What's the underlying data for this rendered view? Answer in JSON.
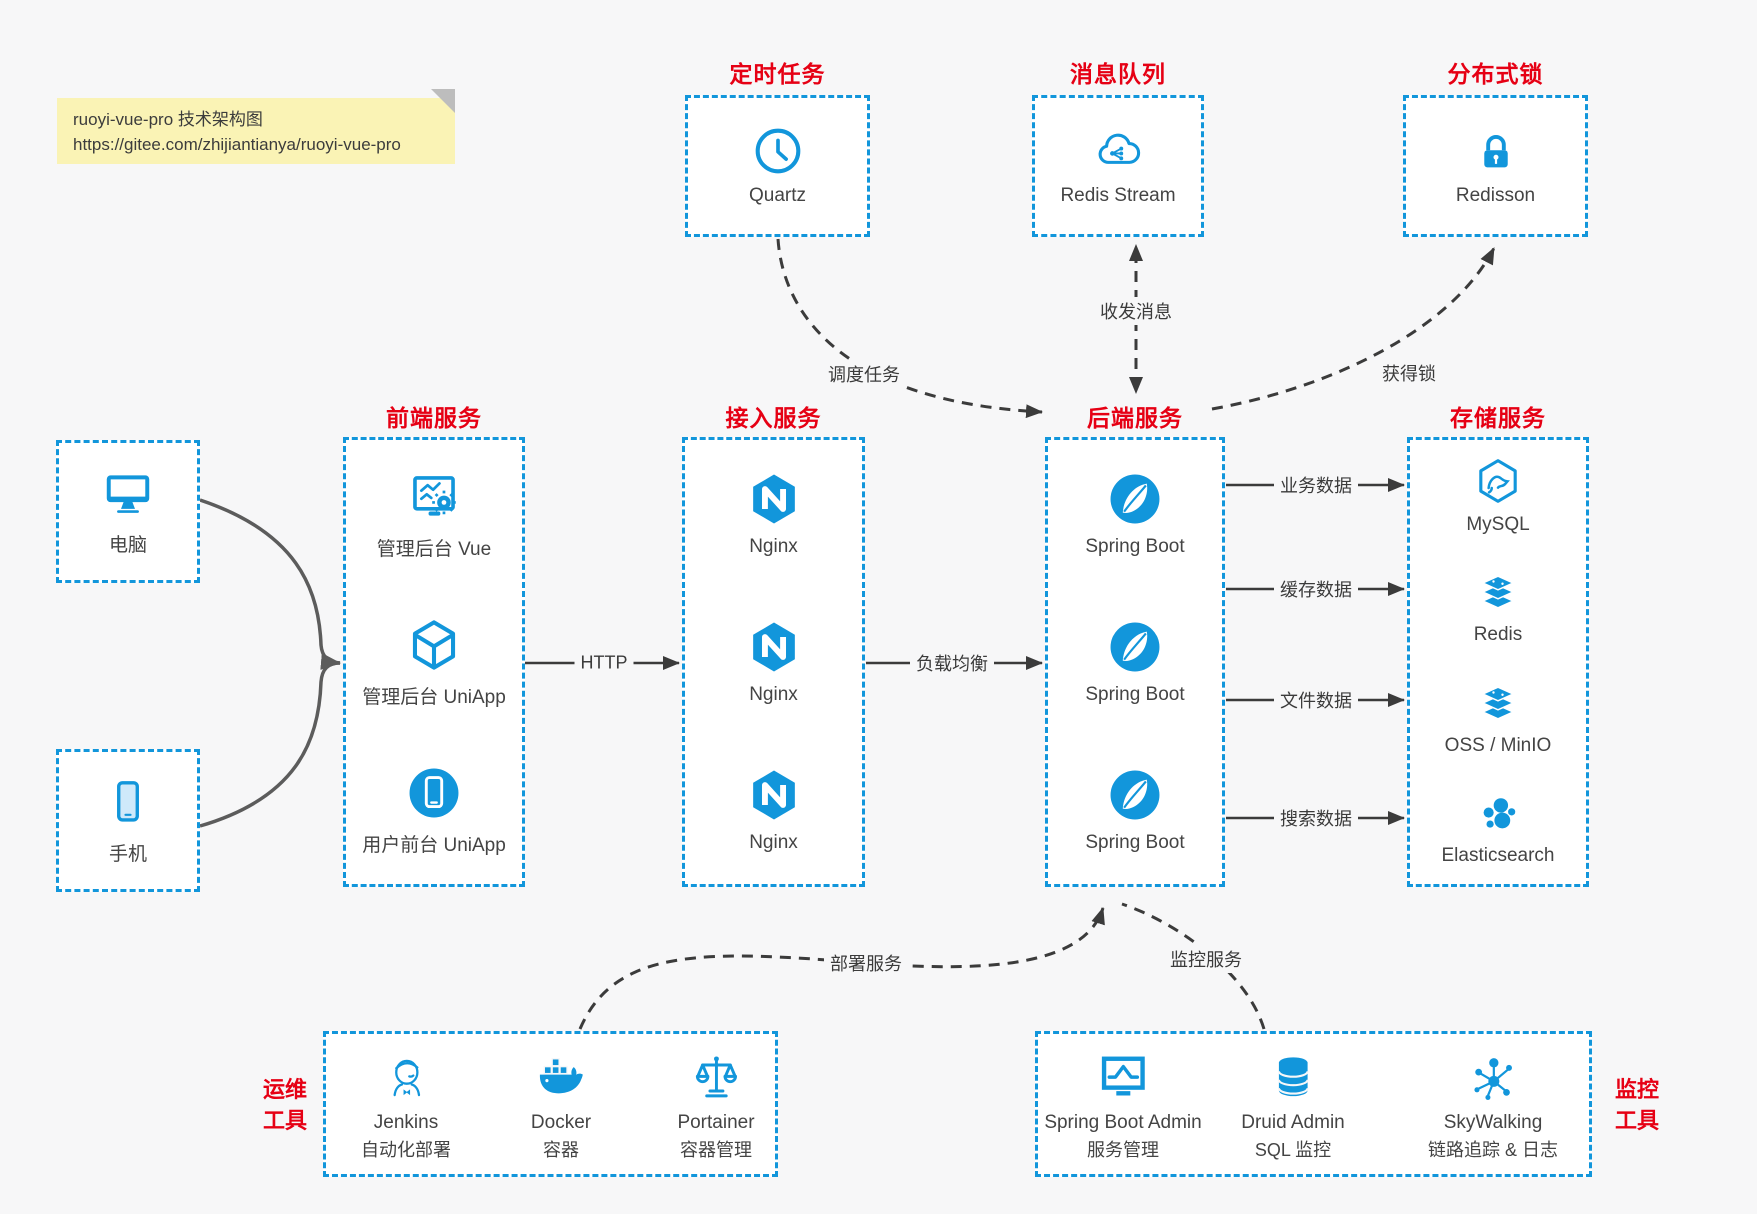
{
  "note": {
    "line1": "ruoyi-vue-pro 技术架构图",
    "line2": "https://gitee.com/zhijiantianya/ruoyi-vue-pro"
  },
  "section_titles": {
    "scheduled_task": "定时任务",
    "message_queue": "消息队列",
    "distributed_lock": "分布式锁",
    "frontend": "前端服务",
    "gateway": "接入服务",
    "backend": "后端服务",
    "storage": "存储服务"
  },
  "nodes": {
    "quartz": "Quartz",
    "redis_stream": "Redis Stream",
    "redisson": "Redisson",
    "pc": "电脑",
    "mobile": "手机",
    "frontend_items": [
      "管理后台 Vue",
      "管理后台 UniApp",
      "用户前台 UniApp"
    ],
    "gateway_items": [
      "Nginx",
      "Nginx",
      "Nginx"
    ],
    "backend_items": [
      "Spring Boot",
      "Spring Boot",
      "Spring Boot"
    ],
    "storage_items": [
      "MySQL",
      "Redis",
      "OSS / MinIO",
      "Elasticsearch"
    ]
  },
  "edges": {
    "http": "HTTP",
    "load_balance": "负载均衡",
    "dispatch_task": "调度任务",
    "send_receive_message": "收发消息",
    "acquire_lock": "获得锁",
    "business_data": "业务数据",
    "cache_data": "缓存数据",
    "file_data": "文件数据",
    "search_data": "搜索数据",
    "deploy_service": "部署服务",
    "monitor_service": "监控服务"
  },
  "ops_tools": {
    "title_line1": "运维",
    "title_line2": "工具",
    "items": [
      {
        "name": "Jenkins",
        "desc": "自动化部署"
      },
      {
        "name": "Docker",
        "desc": "容器"
      },
      {
        "name": "Portainer",
        "desc": "容器管理"
      }
    ]
  },
  "monitor_tools": {
    "title_line1": "监控",
    "title_line2": "工具",
    "items": [
      {
        "name": "Spring Boot Admin",
        "desc": "服务管理"
      },
      {
        "name": "Druid Admin",
        "desc": "SQL 监控"
      },
      {
        "name": "SkyWalking",
        "desc": "链路追踪 & 日志"
      }
    ]
  },
  "colors": {
    "accent_blue": "#1296db",
    "title_red": "#e60014",
    "note_bg": "#faf3b5",
    "canvas_bg": "#f7f7f8"
  }
}
